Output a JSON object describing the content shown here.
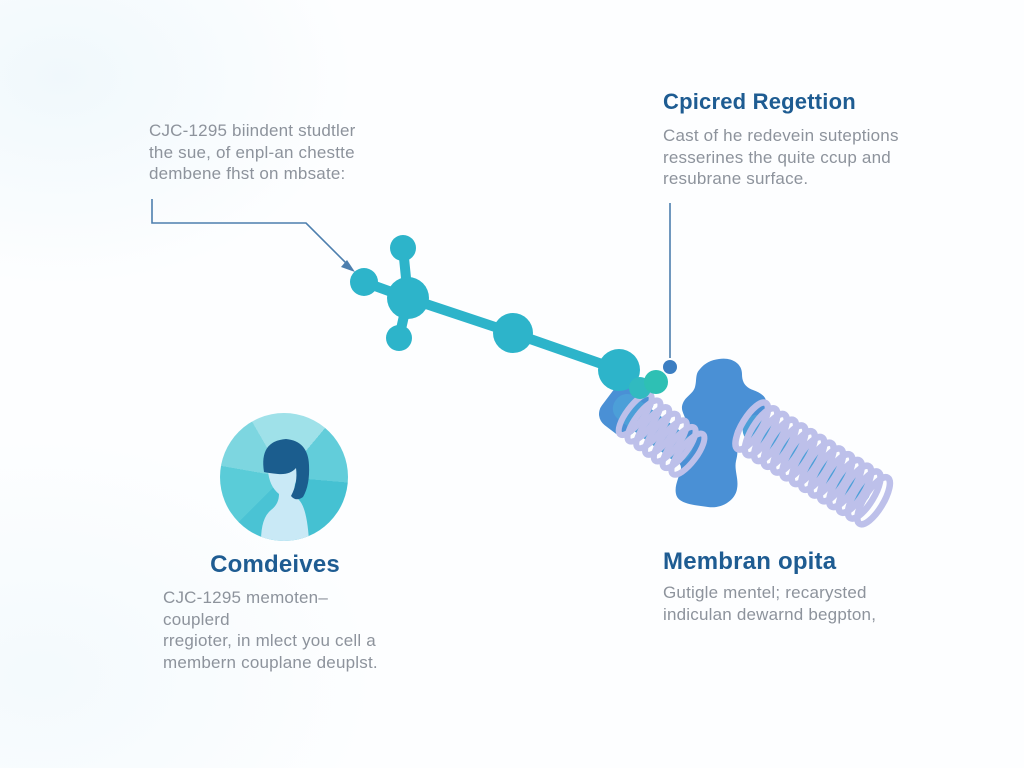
{
  "annotations": {
    "top_left": {
      "lines": [
        "CJC-1295 biindent studtler",
        "the sue, of enpl-an chestte",
        "dembene fhst on mbsate:"
      ]
    },
    "top_right": {
      "title": "Cpicred Regettion",
      "lines": [
        "Cast of he redevein suteptions",
        "resserines the quite ccup and",
        "resubrane surface."
      ]
    },
    "bottom_left": {
      "title": "Comdeives",
      "lines": [
        "CJC-1295 memoten–couplerd",
        "rregioter, in mlect you cell a",
        "membern couplane deuplst."
      ]
    },
    "bottom_right": {
      "title": "Membran opita",
      "lines": [
        "Gutigle mentel; recarysted",
        "indiculan dewarnd begpton,"
      ]
    }
  },
  "icons": {
    "molecule": "peptide-molecule-illustration",
    "receptor": "membrane-receptor-illustration",
    "membrane_coil": "coiled-membrane-helix",
    "avatar": "person-avatar-illustration",
    "arrow": "arrowhead-icon",
    "dot": "connector-endpoint-dot"
  },
  "palette": {
    "heading": "#1e5c92",
    "body_text": "#8d939c",
    "molecule_teal": "#2db4ca",
    "molecule_teal_green": "#2ec0b4",
    "molecule_teal_mid": "#31bac0",
    "receptor_blue": "#4a90d5",
    "coil_band_blue": "#4c9fd8",
    "coil_lavender": "#bdc0ea",
    "connector": "#4d7fae",
    "connector_dot": "#3b7ec2",
    "avatar_skin": "#c9e9f6",
    "avatar_hair": "#1b5d8e"
  }
}
